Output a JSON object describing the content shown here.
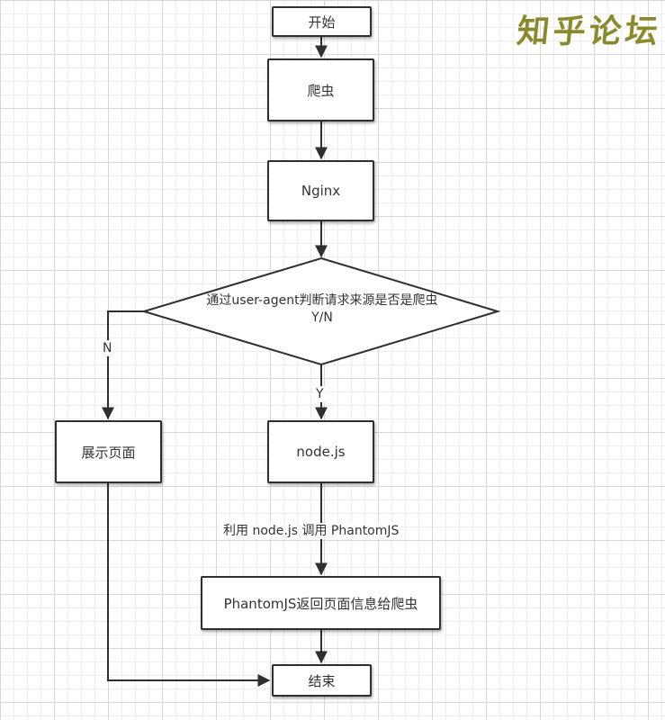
{
  "watermark": "知乎论坛",
  "nodes": {
    "start": "开始",
    "crawler": "爬虫",
    "nginx": "Nginx",
    "decision_line1": "通过user-agent判断请求来源是否是爬虫",
    "decision_line2": "Y/N",
    "show_page": "展示页面",
    "nodejs": "node.js",
    "phantom_return": "PhantomJS返回页面信息给爬虫",
    "end": "结束"
  },
  "edges": {
    "no_label": "N",
    "yes_label": "Y",
    "call_label": "利用 node.js 调用 PhantomJS"
  },
  "colors": {
    "stroke": "#2f2f2f",
    "text": "#333333",
    "watermark": "#8a8a2c"
  }
}
